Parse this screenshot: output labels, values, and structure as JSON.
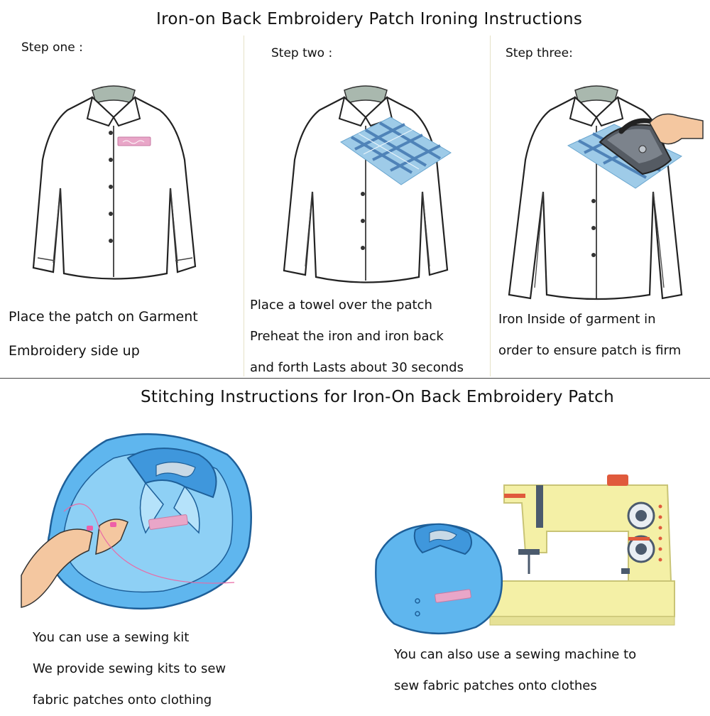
{
  "ironing": {
    "title": "Iron-on Back Embroidery Patch Ironing Instructions",
    "steps": [
      {
        "label": "Step one :",
        "lines": [
          "Place the patch on Garment",
          "Embroidery side up"
        ]
      },
      {
        "label": "Step two :",
        "lines": [
          "Place a towel over the patch",
          "Preheat the iron and iron back",
          "and forth Lasts about 30 seconds"
        ]
      },
      {
        "label": "Step three:",
        "lines": [
          "Iron Inside of garment in",
          "order to ensure patch is firm"
        ]
      }
    ]
  },
  "stitching": {
    "title": "Stitching Instructions for Iron-On Back Embroidery Patch",
    "options": [
      {
        "lines": [
          "You can use a sewing kit",
          "We provide sewing kits to sew",
          "fabric patches onto clothing"
        ]
      },
      {
        "lines": [
          "You can also use a sewing machine to",
          "sew fabric patches onto clothes"
        ]
      }
    ]
  },
  "colors": {
    "shirt_outline": "#222222",
    "shirt_fill": "#ffffff",
    "patch_pink": "#e9a6c8",
    "towel_blue": "#9ecbe8",
    "towel_stripe": "#4f83b8",
    "blue_shirt": "#5fb6ee",
    "machine_yellow": "#f4f0a6",
    "skin": "#f4c7a0"
  }
}
